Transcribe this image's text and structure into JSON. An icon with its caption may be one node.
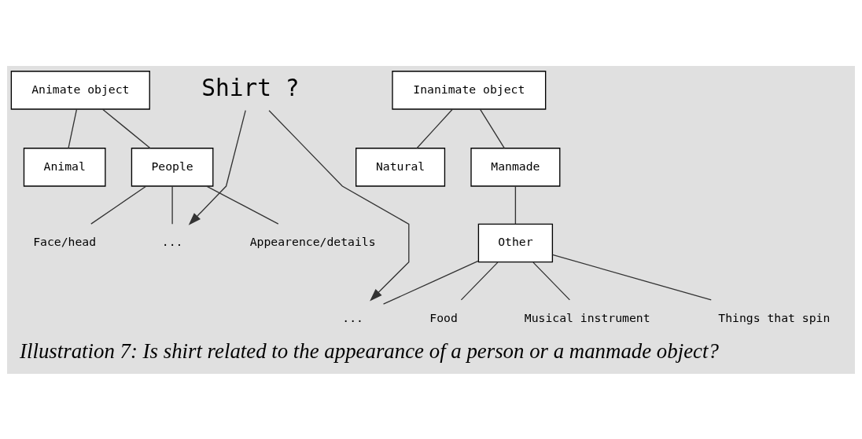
{
  "diagram": {
    "caption": "Illustration 7: Is shirt related to the appearance of a person or a manmade object?",
    "nodes": [
      {
        "text": [
          "Animate object"
        ]
      },
      {
        "text": [
          "Inanimate object"
        ]
      },
      {
        "text": [
          "Animal"
        ]
      },
      {
        "text": [
          "People"
        ]
      },
      {
        "text": [
          "Natural"
        ]
      },
      {
        "text": [
          "Manmade"
        ]
      },
      {
        "text": [
          "Other"
        ]
      },
      {
        "text": [
          "Face/head"
        ]
      },
      {
        "text": [
          "..."
        ]
      },
      {
        "text": [
          "Appearence/details"
        ]
      },
      {
        "text": [
          "Food"
        ]
      },
      {
        "text": [
          "Musical instrument"
        ]
      },
      {
        "text": [
          "..."
        ]
      },
      {
        "text": [
          "Things that spin"
        ]
      },
      {
        "text": [
          "Shirt ?"
        ]
      }
    ],
    "edges": [
      {
        "from": 0,
        "to": 2,
        "arrow": "none"
      },
      {
        "from": 0,
        "to": 3,
        "arrow": "none"
      },
      {
        "from": 1,
        "to": 4,
        "arrow": "none"
      },
      {
        "from": 1,
        "to": 5,
        "arrow": "none"
      },
      {
        "from": 5,
        "to": 6,
        "arrow": "none"
      },
      {
        "from": 3,
        "to": 7,
        "arrow": "none"
      },
      {
        "from": 3,
        "to": 8,
        "arrow": "none"
      },
      {
        "from": 3,
        "to": 9,
        "arrow": "none"
      },
      {
        "from": 6,
        "to": 10,
        "arrow": "none"
      },
      {
        "from": 6,
        "to": 11,
        "arrow": "none"
      },
      {
        "from": 6,
        "to": 12,
        "arrow": "none"
      },
      {
        "from": 6,
        "to": 13,
        "arrow": "none"
      },
      {
        "from": 14,
        "to": 8,
        "arrow": "to"
      },
      {
        "from": 14,
        "to": 12,
        "arrow": "to"
      }
    ]
  }
}
